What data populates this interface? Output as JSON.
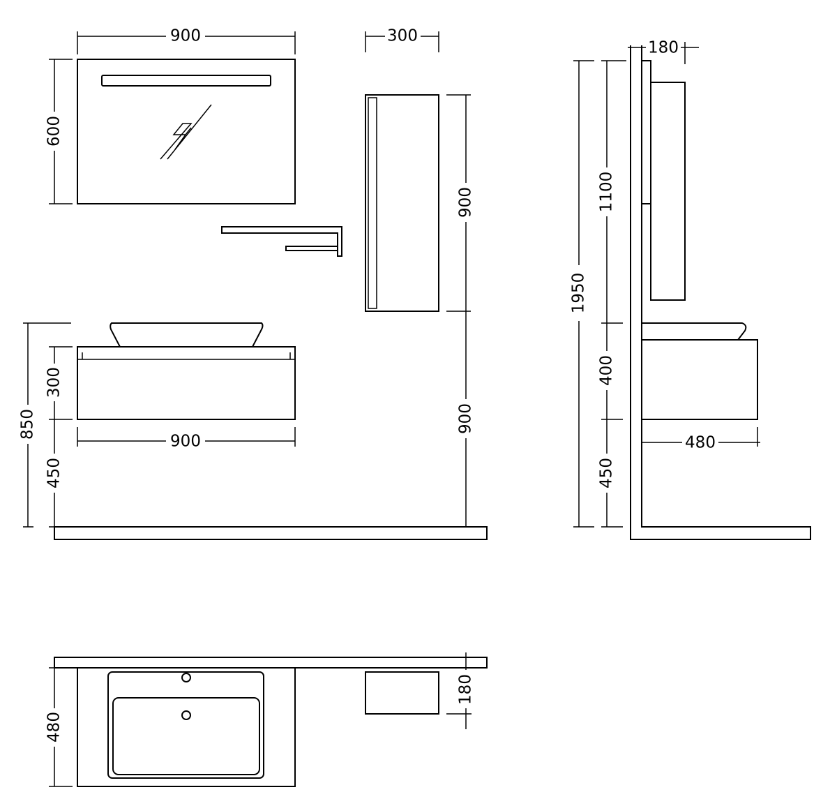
{
  "front_view": {
    "mirror_width": "900",
    "mirror_height": "600",
    "cabinet_width": "300",
    "cabinet_height": "900",
    "cabinet_mount_height": "900",
    "vanity_total_height": "850",
    "vanity_height": "300",
    "vanity_floor_gap": "450",
    "vanity_width": "900"
  },
  "side_view": {
    "cabinet_depth": "180",
    "total_height": "1950",
    "upper_height": "1100",
    "vanity_height": "400",
    "floor_gap": "450",
    "vanity_depth": "480"
  },
  "plan_view": {
    "vanity_depth": "480",
    "cabinet_depth": "180"
  }
}
